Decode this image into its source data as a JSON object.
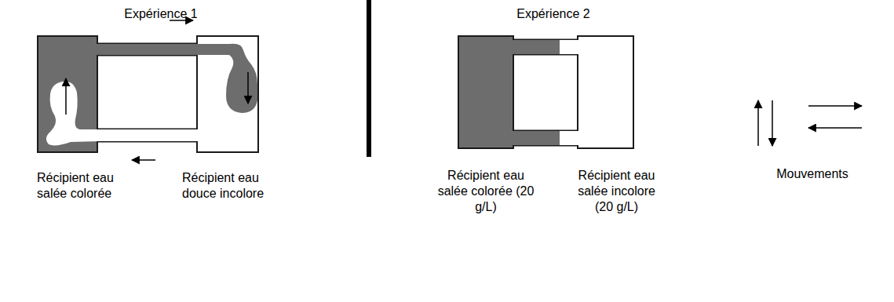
{
  "diagram": {
    "nodes": [
      {
        "text": [
          "Récipient eau salée colorée"
        ]
      },
      {
        "text": [
          "Récipient eau douce incolore"
        ]
      },
      {
        "text": [
          "Récipient eau salée colorée (20 g/L)"
        ]
      },
      {
        "text": [
          "Récipient eau salée incolore (20 g/L)"
        ]
      }
    ],
    "edges": [
      {
        "from": 0,
        "to": 1,
        "arrow": "none"
      },
      {
        "from": 1,
        "to": 0,
        "arrow": "none"
      },
      {
        "from": 2,
        "to": 3,
        "arrow": "none"
      },
      {
        "from": 2,
        "to": 3,
        "arrow": "none"
      }
    ],
    "labels": [
      "Expérience 1",
      "Expérience 2",
      "Mouvements"
    ]
  }
}
